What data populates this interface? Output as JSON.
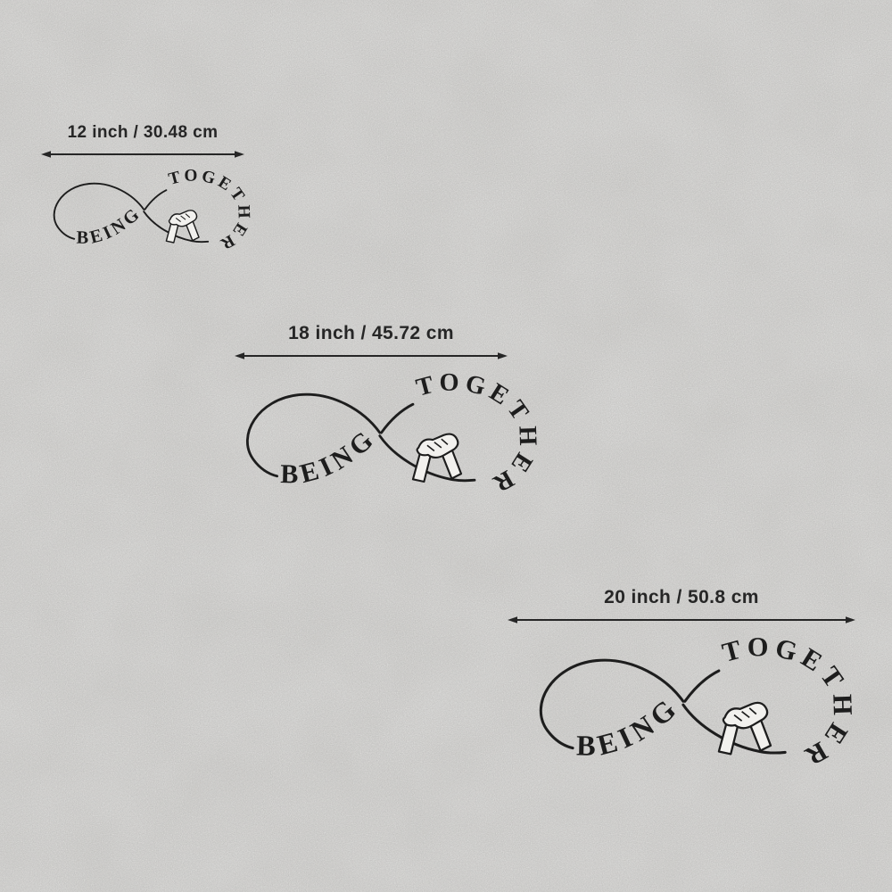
{
  "page": {
    "background": "#e7e6e3",
    "ink": "#1d1d1d"
  },
  "artwork": {
    "word_left": "BEING",
    "word_right": "TOGETHER"
  },
  "sizes": [
    {
      "label": "12 inch / 30.48 cm"
    },
    {
      "label": "18 inch / 45.72 cm"
    },
    {
      "label": "20 inch / 50.8 cm"
    }
  ]
}
